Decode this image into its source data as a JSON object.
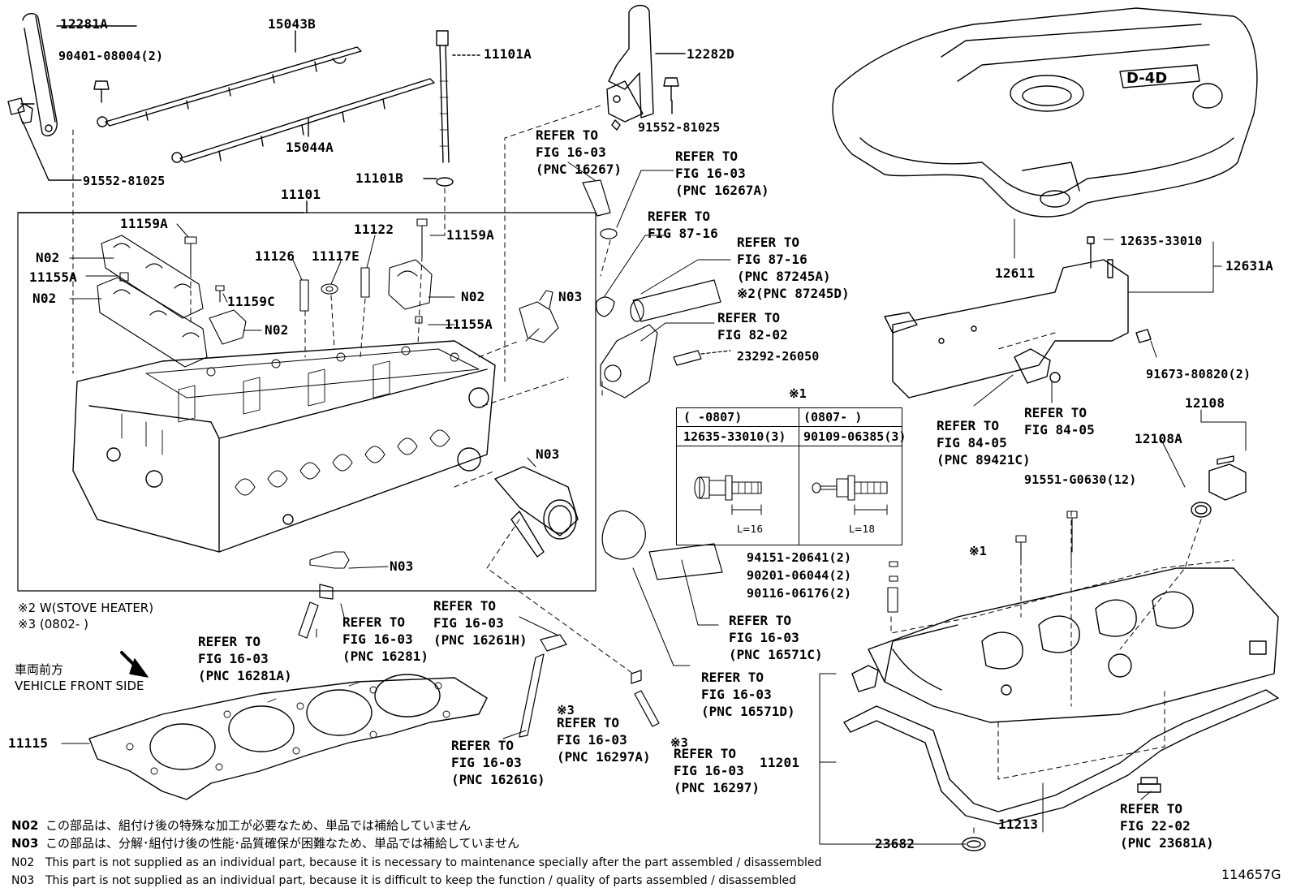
{
  "diagram_id": "114657G",
  "labels": {
    "p12281A": "12281A",
    "p15043B": "15043B",
    "p11101A": "11101A",
    "p12282D": "12282D",
    "p90401": "90401-08004(2)",
    "p91552a": "91552-81025",
    "p91552b": "91552-81025",
    "p15044A": "15044A",
    "p11101B": "11101B",
    "p11101": "11101",
    "p11159A_1": "11159A",
    "p11159A_2": "11159A",
    "p11122": "11122",
    "p11126": "11126",
    "p11117E": "11117E",
    "p11155A_1": "11155A",
    "p11155A_2": "11155A",
    "p11159C": "11159C",
    "n02_1": "N02",
    "n02_2": "N02",
    "n02_3": "N02",
    "n02_4": "N02",
    "n03_1": "N03",
    "n03_2": "N03",
    "n03_3": "N03",
    "p23292": "23292-26050",
    "p12611": "12611",
    "p12631A": "12631A",
    "p12635": "12635-33010",
    "p91673": "91673-80820(2)",
    "p12108": "12108",
    "p12108A": "12108A",
    "p91551": "91551-G0630(12)",
    "p94151": "94151-20641(2)",
    "p90201": "90201-06044(2)",
    "p90116": "90116-06176(2)",
    "p11201": "11201",
    "p11213": "11213",
    "p23682": "23682",
    "p11115": "11115",
    "mark1a": "※1",
    "mark1b": "※1",
    "mark3a": "※3",
    "mark3b": "※3"
  },
  "refer_blocks": {
    "r16267": "REFER TO\nFIG 16-03\n(PNC 16267)",
    "r16267A": "REFER TO\nFIG 16-03\n(PNC 16267A)",
    "r8716a": "REFER TO\nFIG 87-16",
    "r87245": "REFER TO\nFIG 87-16\n(PNC 87245A)\n※2(PNC 87245D)",
    "r8202": "REFER TO\nFIG 82-02",
    "r8405a": "REFER TO\nFIG 84-05\n(PNC 89421C)",
    "r8405b": "REFER TO\nFIG 84-05",
    "r16281": "REFER TO\nFIG 16-03\n(PNC 16281)",
    "r16281A": "REFER TO\nFIG 16-03\n(PNC 16281A)",
    "r16261H": "REFER TO\nFIG 16-03\n(PNC 16261H)",
    "r16571C": "REFER TO\nFIG 16-03\n(PNC 16571C)",
    "r16571D": "REFER TO\nFIG 16-03\n(PNC 16571D)",
    "r16261G": "REFER TO\nFIG 16-03\n(PNC 16261G)",
    "r16297A": "REFER TO\nFIG 16-03\n(PNC 16297A)",
    "r16297": "REFER TO\nFIG 16-03\n(PNC 16297)",
    "r23681A": "REFER TO\nFIG 22-02\n(PNC 23681A)"
  },
  "inset_table": {
    "marker": "※1",
    "col1_head": "(     -0807)",
    "col2_head": "(0807-       )",
    "col1_part": "12635-33010(3)",
    "col2_part": "90109-06385(3)",
    "col1_len": "L=16",
    "col2_len": "L=18"
  },
  "side_notes": {
    "note2": "※2 W(STOVE HEATER)",
    "note3": "※3 (0802-       )",
    "front_jp": "車両前方",
    "front_en": "VEHICLE FRONT SIDE"
  },
  "footer": {
    "n02_jp_code": "N02",
    "n02_jp": "この部品は、組付け後の特殊な加工が必要なため、単品では補給していません",
    "n03_jp_code": "N03",
    "n03_jp": "この部品は、分解･組付け後の性能･品質確保が困難なため、単品では補給していません",
    "n02_en_code": "N02",
    "n02_en": "This part is not supplied as an individual part, because it is necessary to maintenance specially after the part assembled / disassembled",
    "n03_en_code": "N03",
    "n03_en": "This part is not supplied as an individual part, because it is difficult to keep the function / quality of parts  assembled / disassembled"
  },
  "emblem_text": "D-4D"
}
